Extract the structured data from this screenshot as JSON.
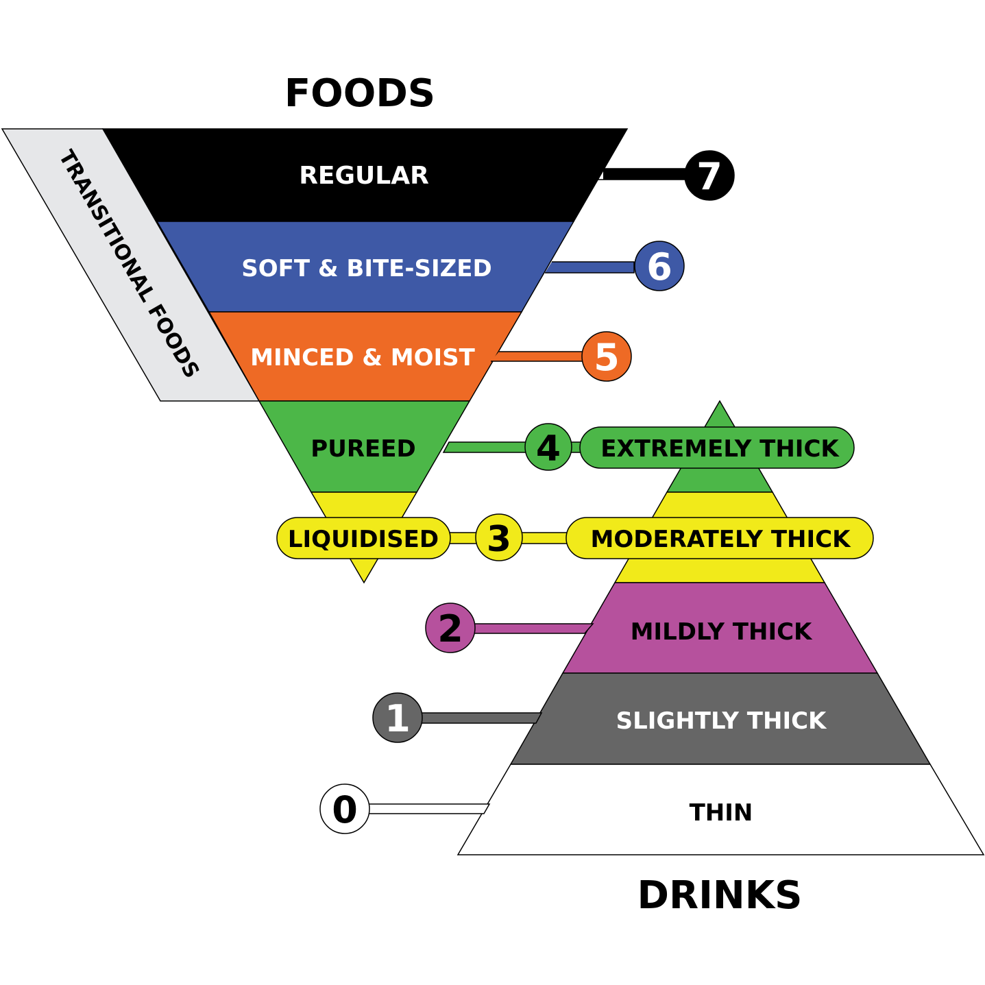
{
  "headings": {
    "foods": "FOODS",
    "drinks": "DRINKS",
    "transitional": "TRANSITIONAL FOODS"
  },
  "foods": [
    {
      "label": "REGULAR",
      "number": "7",
      "color": "#000000",
      "text_color": "#ffffff"
    },
    {
      "label": "SOFT & BITE-SIZED",
      "number": "6",
      "color": "#3e59a6",
      "text_color": "#ffffff"
    },
    {
      "label": "MINCED & MOIST",
      "number": "5",
      "color": "#ee6a25",
      "text_color": "#ffffff"
    },
    {
      "label": "PUREED",
      "number": "4",
      "color": "#4cb748",
      "text_color": "#000000"
    },
    {
      "label": "LIQUIDISED",
      "number": "3",
      "color": "#f1ea1a",
      "text_color": "#000000"
    }
  ],
  "drinks": [
    {
      "label": "EXTREMELY THICK",
      "number": "4",
      "color": "#4cb748",
      "text_color": "#000000"
    },
    {
      "label": "MODERATELY THICK",
      "number": "3",
      "color": "#f1ea1a",
      "text_color": "#000000"
    },
    {
      "label": "MILDLY THICK",
      "number": "2",
      "color": "#b6519d",
      "text_color": "#000000"
    },
    {
      "label": "SLIGHTLY THICK",
      "number": "1",
      "color": "#666666",
      "text_color": "#ffffff"
    },
    {
      "label": "THIN",
      "number": "0",
      "color": "#ffffff",
      "text_color": "#000000"
    }
  ],
  "colors": {
    "transitional_band": "#e6e7e9",
    "outline": "#000000"
  }
}
